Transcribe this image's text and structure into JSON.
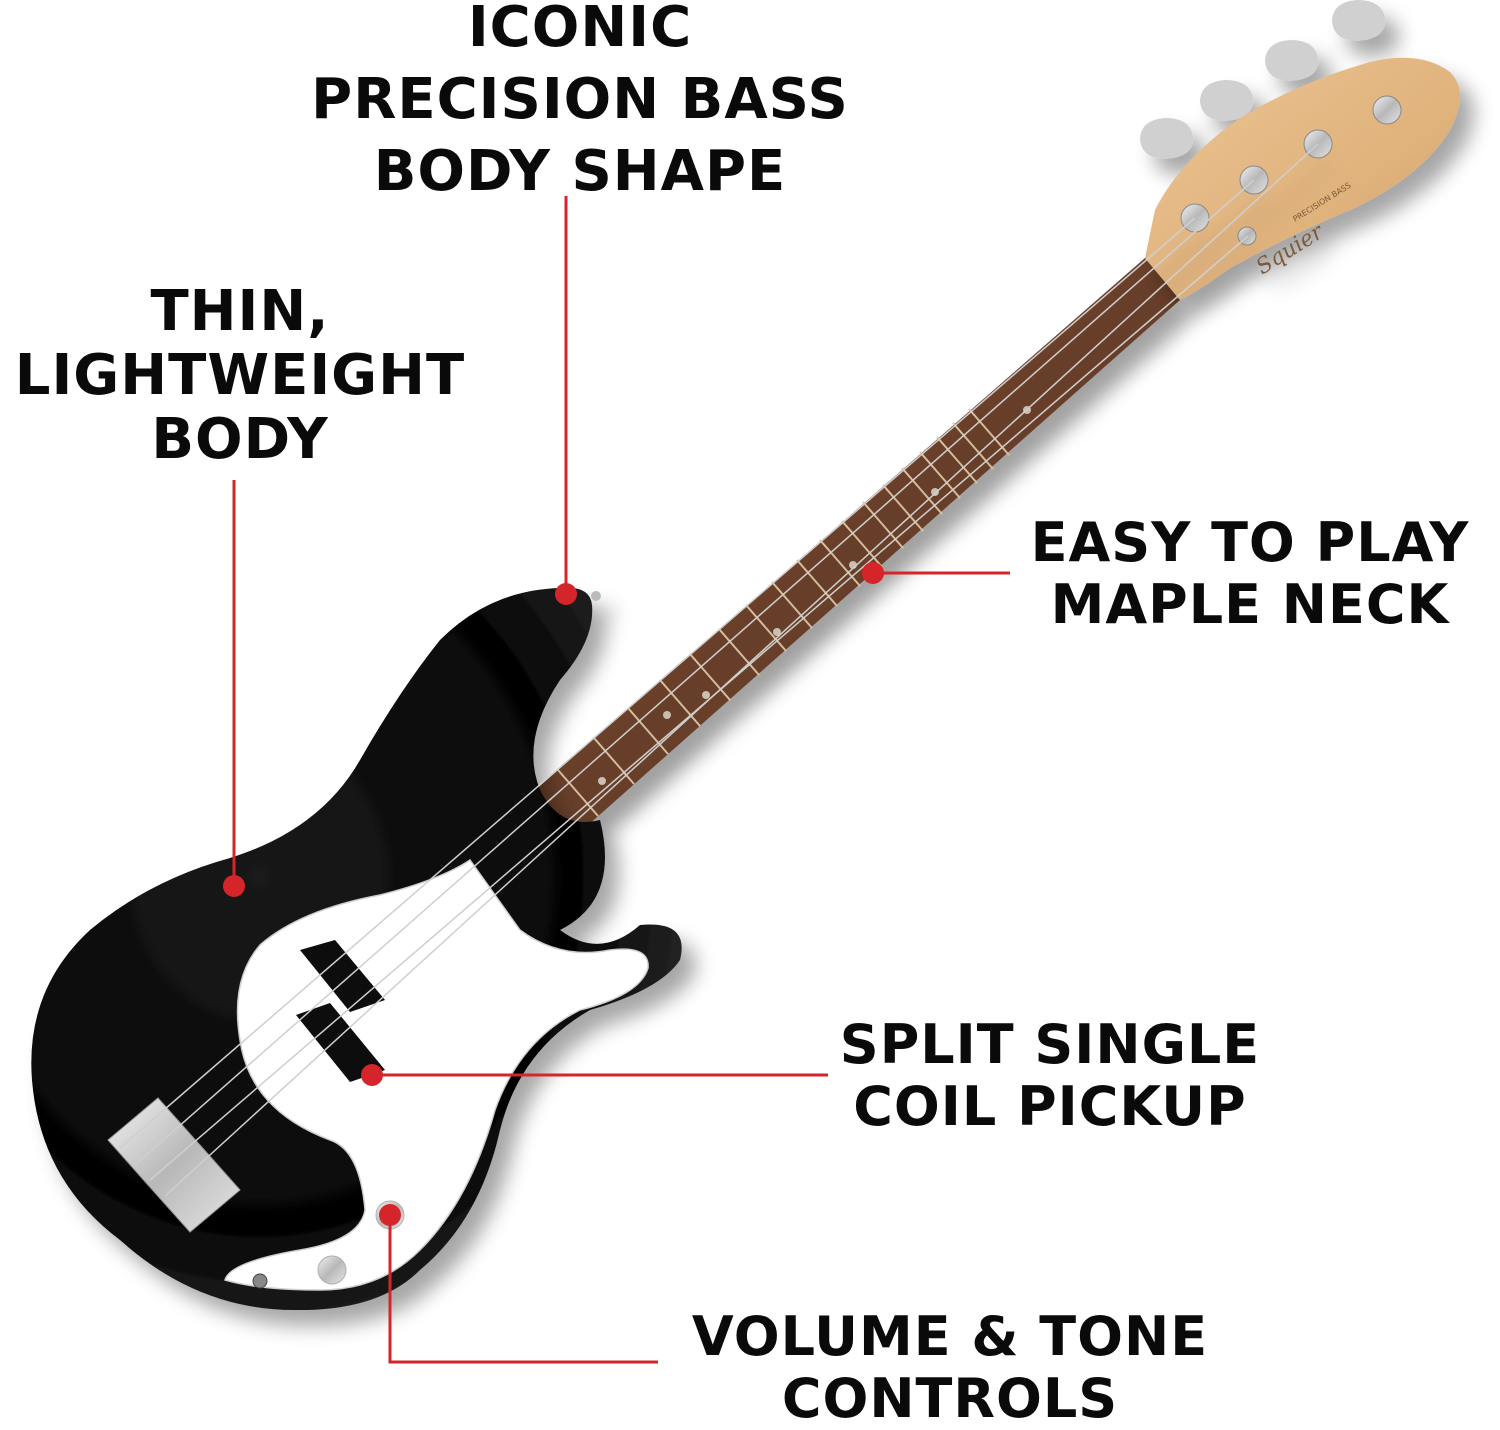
{
  "product": {
    "brand_logo_text": "Squier",
    "model_text": "PRECISION BASS",
    "body_color": "#050505",
    "pickguard_color": "#ffffff",
    "fretboard_color": "#6b3f2c",
    "headstock_color": "#e3b883"
  },
  "accent_color": "#d6252a",
  "callouts": [
    {
      "id": "body-shape",
      "lines": [
        "ICONIC",
        "PRECISION BASS",
        "BODY SHAPE"
      ],
      "target": "upper-horn"
    },
    {
      "id": "lightweight-body",
      "lines": [
        "THIN,",
        "LIGHTWEIGHT",
        "BODY"
      ],
      "target": "body"
    },
    {
      "id": "maple-neck",
      "lines": [
        "EASY TO PLAY",
        "MAPLE NECK"
      ],
      "target": "neck"
    },
    {
      "id": "pickup",
      "lines": [
        "SPLIT SINGLE",
        "COIL PICKUP"
      ],
      "target": "pickup"
    },
    {
      "id": "controls",
      "lines": [
        "VOLUME & TONE",
        "CONTROLS"
      ],
      "target": "control-knob"
    }
  ]
}
